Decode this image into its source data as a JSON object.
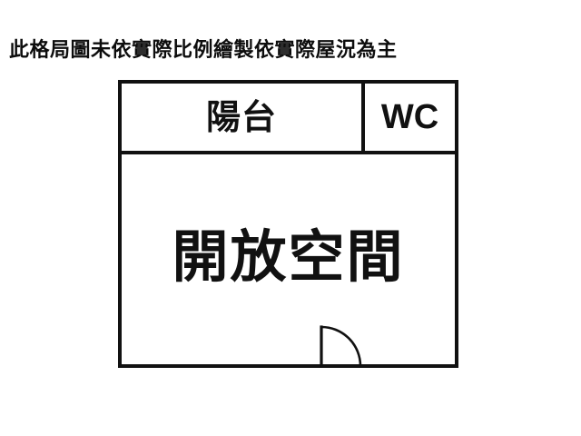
{
  "document": {
    "type": "floor-plan",
    "disclaimer": "此格局圖未依實際比例繪製依實際屋況為主"
  },
  "plan": {
    "rooms": [
      {
        "id": "balcony",
        "label": "陽台",
        "zone": "top-left"
      },
      {
        "id": "wc",
        "label": "WC",
        "zone": "top-right"
      },
      {
        "id": "open-space",
        "label": "開放空間",
        "zone": "main"
      }
    ],
    "door": {
      "id": "main-entry-door",
      "label": "",
      "wall": "bottom",
      "swing": "right"
    }
  },
  "colors": {
    "wall": "#111111",
    "text": "#0d0d0d",
    "background": "#ffffff"
  }
}
